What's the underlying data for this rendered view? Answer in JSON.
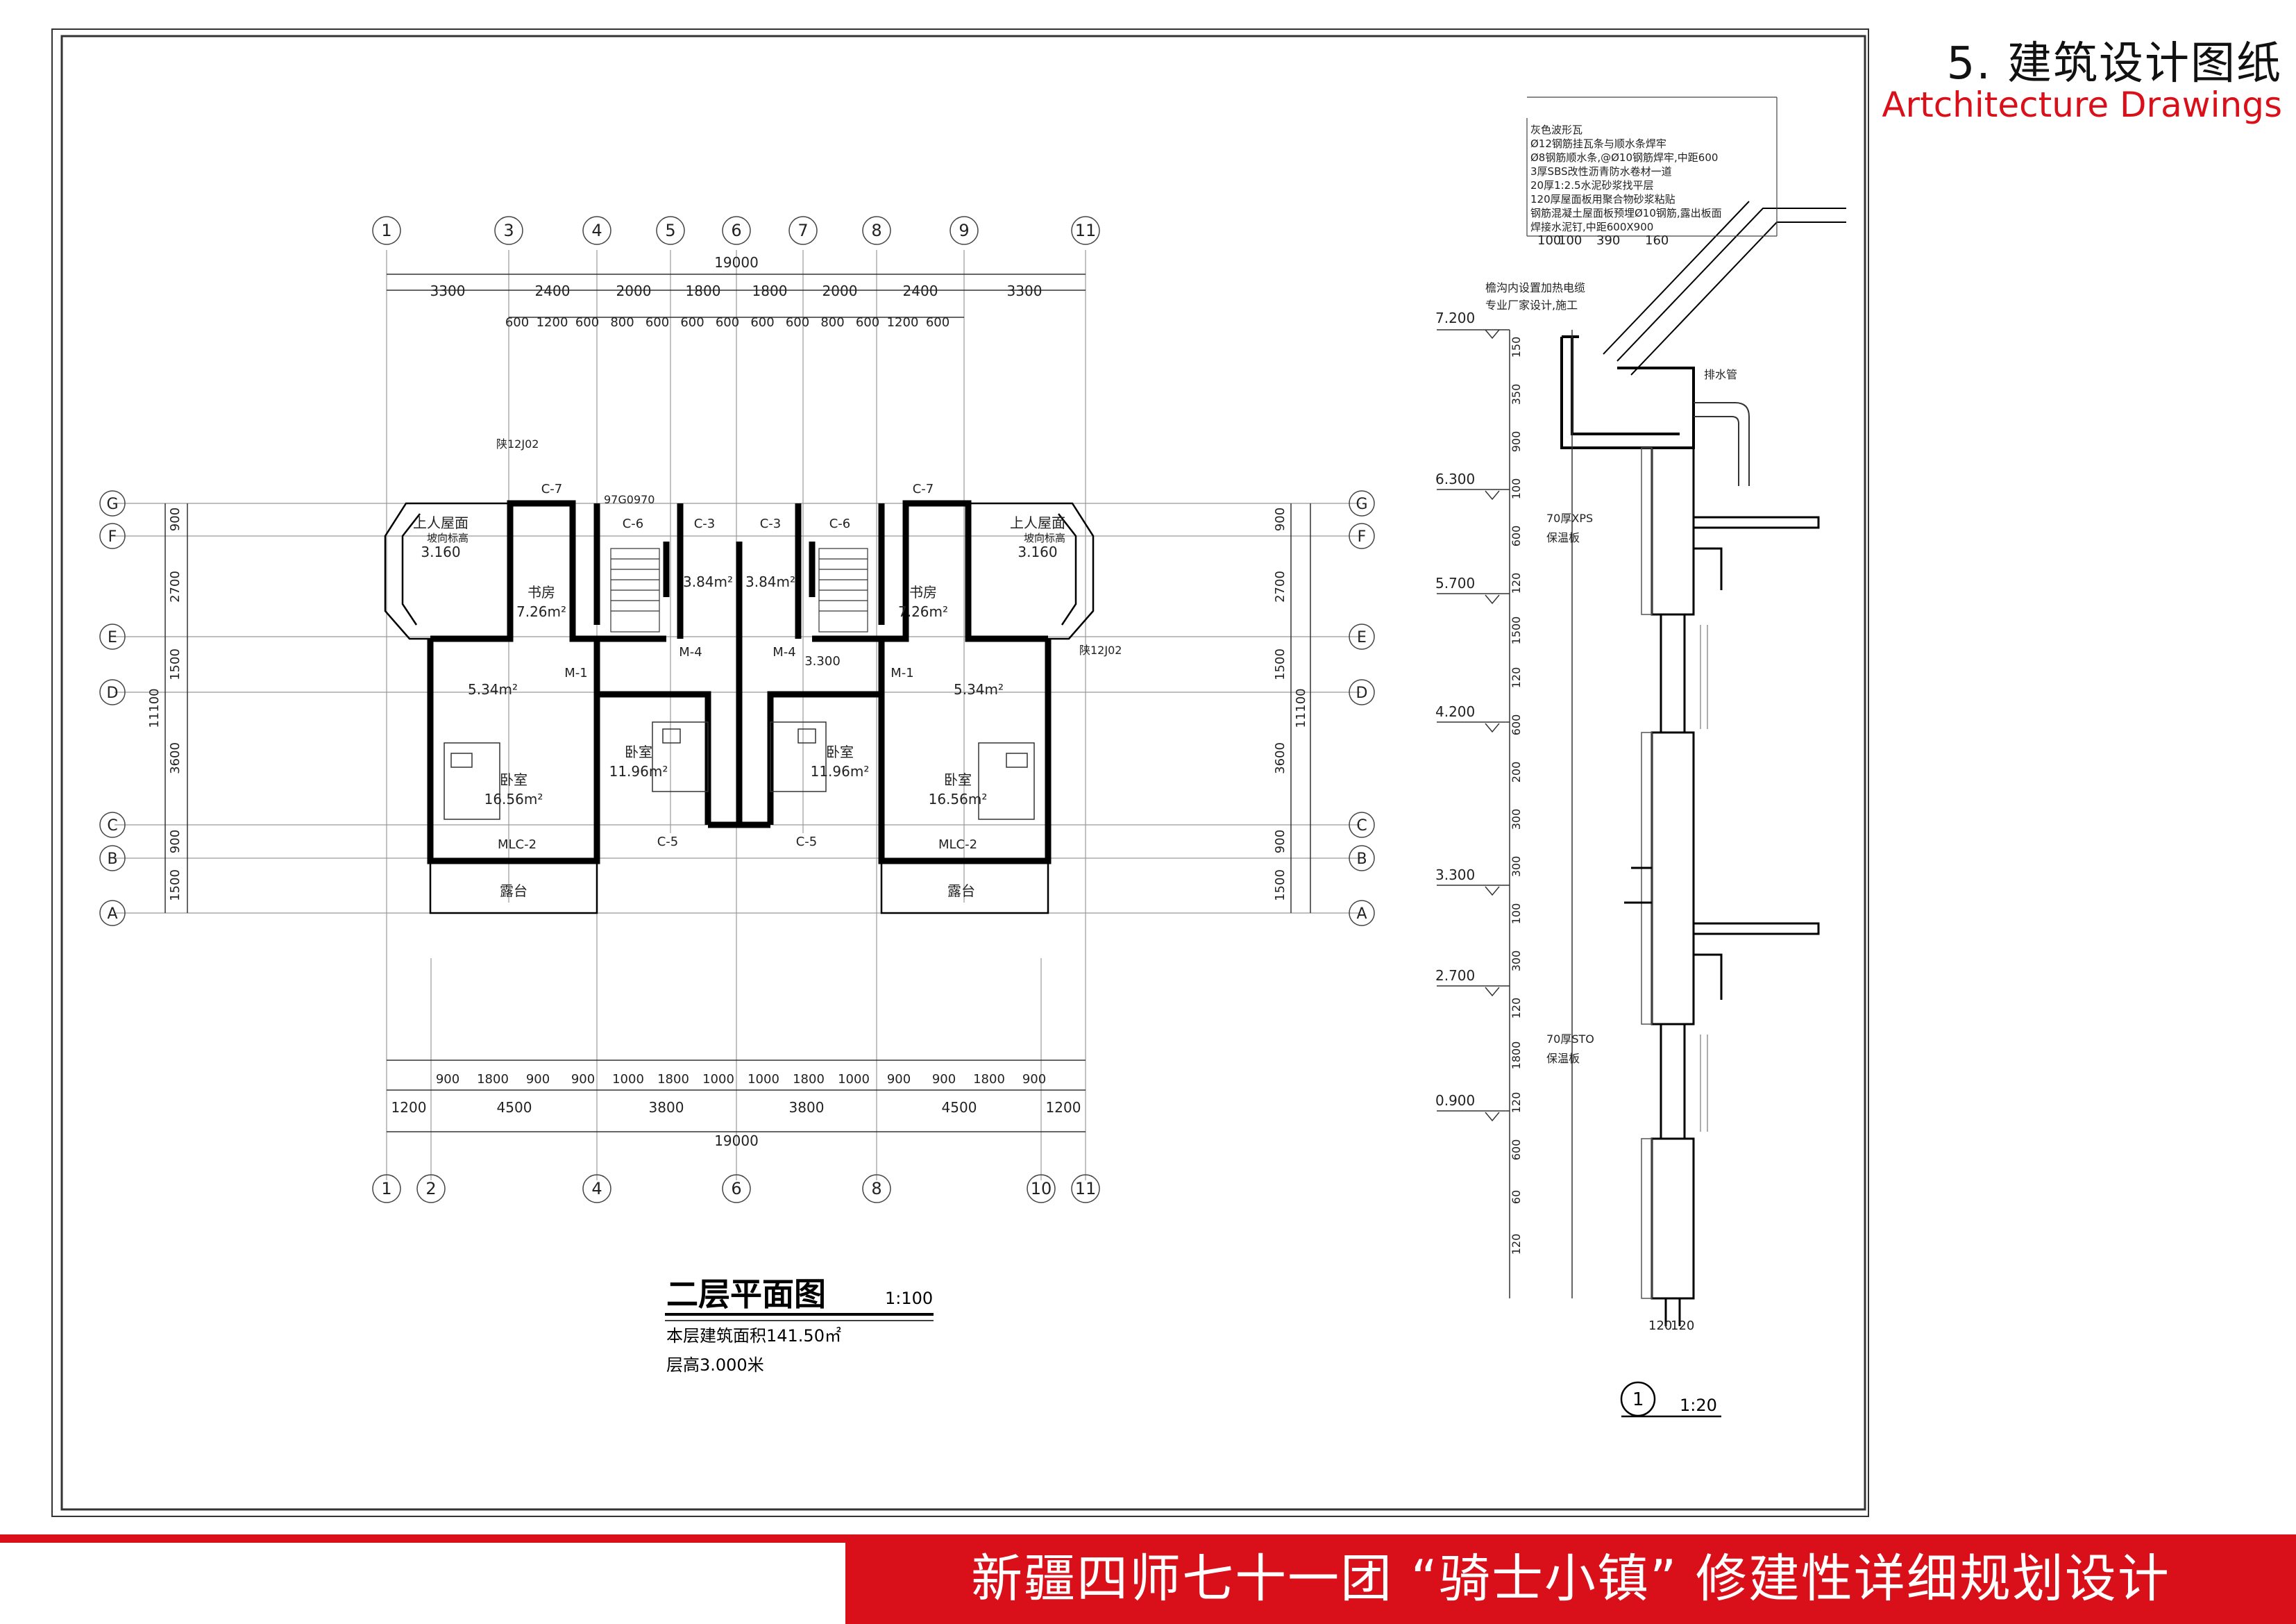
{
  "header": {
    "title_cn": "5. 建筑设计图纸",
    "title_en": "Artchitecture Drawings"
  },
  "footer": {
    "project_title": "新疆四师七十一团 “骑士小镇” 修建性详细规划设计"
  },
  "plan": {
    "title": "二层平面图",
    "scale": "1:100",
    "area_note": "本层建筑面积141.50㎡",
    "height_note": "层高3.000米",
    "col_axes_top": [
      "1",
      "3",
      "4",
      "5",
      "6",
      "7",
      "8",
      "9",
      "11"
    ],
    "col_axes_bottom": [
      "1",
      "2",
      "4",
      "6",
      "8",
      "10",
      "11"
    ],
    "row_axes": [
      "G",
      "F",
      "E",
      "D",
      "C",
      "B",
      "A"
    ],
    "top_total": "19000",
    "top_dims": [
      "3300",
      "2400",
      "2000",
      "1800",
      "1800",
      "2000",
      "2400",
      "3300"
    ],
    "top_sub_dims": [
      "600",
      "1200",
      "600",
      "800",
      "600",
      "600",
      "600",
      "600",
      "600",
      "800",
      "600",
      "1200",
      "600"
    ],
    "bottom_total": "19000",
    "bottom_dims": [
      "1200",
      "4500",
      "3800",
      "3800",
      "4500",
      "1200"
    ],
    "bottom_sub_dims": [
      "900",
      "1800",
      "900",
      "900",
      "1000",
      "1800",
      "1000",
      "1000",
      "1800",
      "1000",
      "900",
      "900",
      "1800",
      "900"
    ],
    "side_dims": [
      "900",
      "2700",
      "1500",
      "3600",
      "900",
      "1500"
    ],
    "side_total": "11100",
    "rooms": [
      {
        "name": "上人屋面",
        "sub": "坡向标高",
        "area": "3.160"
      },
      {
        "name": "书房",
        "area": "7.26m²"
      },
      {
        "name": "卧室",
        "area": "16.56m²"
      },
      {
        "name": "卧室",
        "area": "11.96m²"
      },
      {
        "name": "卧室",
        "area": "11.96m²"
      },
      {
        "name": "卧室",
        "area": "16.56m²"
      },
      {
        "name": "书房",
        "area": "7.26m²"
      },
      {
        "name": "上人屋面",
        "sub": "坡向标高",
        "area": "3.160"
      }
    ],
    "small_areas": [
      "5.34m²",
      "3.84m²",
      "3.84m²",
      "5.34m²"
    ],
    "terrace": "露台",
    "window_tags": [
      "C-7",
      "C-6",
      "C-3",
      "C-3",
      "C-6",
      "C-7",
      "C-5",
      "C-5",
      "MLC-2",
      "MLC-2"
    ],
    "door_tags": [
      "M-1",
      "M-4",
      "M-4",
      "M-1"
    ],
    "level_mid": "3.300",
    "note_ref": "陕12J02",
    "detail_label": "97G0970"
  },
  "section": {
    "scale_label": "1",
    "scale": "1:20",
    "levels": [
      "7.200",
      "6.300",
      "5.700",
      "4.200",
      "3.300",
      "2.700",
      "0.900"
    ],
    "roof_layers": [
      "灰色波形瓦",
      "Ø12钢筋挂瓦条与顺水条焊牢",
      "Ø8钢筋顺水条,@Ø10钢筋焊牢,中距600",
      "3厚SBS改性沥青防水卷材一道",
      "20厚1:2.5水泥砂浆找平层",
      "120厚屋面板用聚合物砂浆粘贴",
      "钢筋混凝土屋面板预埋Ø10钢筋,露出板面",
      "焊接水泥钉,中距600X900"
    ],
    "dims_top": [
      "100",
      "100",
      "390",
      "160"
    ],
    "notes": [
      "檐沟内设置加热电缆",
      "专业厂家设计,施工",
      "排水管",
      "70厚XPS",
      "保温板",
      "70厚STO",
      "保温板"
    ],
    "vert_dims": [
      "150",
      "350",
      "900",
      "100",
      "600",
      "120",
      "1500",
      "120",
      "600",
      "200",
      "300",
      "300",
      "100",
      "300",
      "120",
      "1800",
      "120",
      "600",
      "60",
      "120"
    ],
    "bottom_dims": [
      "120",
      "120"
    ]
  }
}
